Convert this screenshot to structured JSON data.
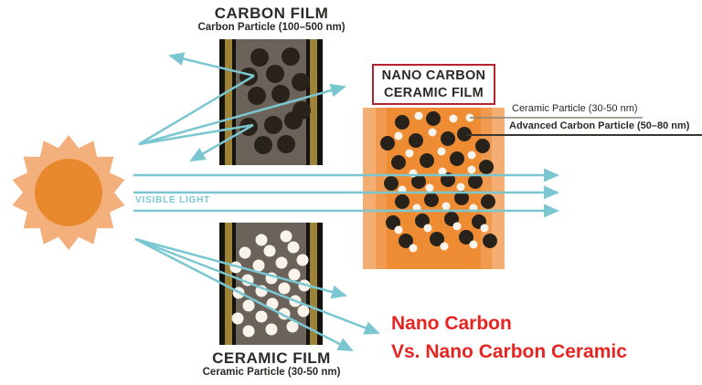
{
  "visible_light_label": "VISIBLE LIGHT",
  "carbon_film": {
    "title": "CARBON FILM",
    "subtitle": "Carbon Particle (100–500 nm)"
  },
  "ceramic_film": {
    "title": "CERAMIC FILM",
    "subtitle": "Ceramic Particle (30-50 nm)"
  },
  "nano_film": {
    "title_line1": "NANO CARBON",
    "title_line2": "CERAMIC FILM",
    "label_ceramic": "Ceramic Particle (30-50 nm)",
    "label_carbon": "Advanced Carbon Particle (50–80 nm)"
  },
  "comparison": {
    "line1": "Nano Carbon",
    "line2": "Vs. Nano Carbon Ceramic"
  },
  "icons": {
    "sun": "sun-icon",
    "light_rays": "light-ray-arrows"
  },
  "colors": {
    "teal": "#7bc7d1",
    "red_text": "#e52521",
    "red_box_border": "#b5242a",
    "dark_text": "#2b2a26",
    "sun_outer": "#f4b07c",
    "sun_inner": "#e8892d",
    "film_black": "#16130e",
    "film_gold": "#9c8338",
    "film_interior": "#6b635a",
    "carbon_particle": "#29221a",
    "white_particle": "#f8f4ec",
    "nano_main": "#ed8c33",
    "nano_mid": "#f09a50",
    "nano_light": "#f4ad72",
    "callout_line_ceramic": "#8a8476",
    "callout_line_carbon": "#3b372f"
  }
}
